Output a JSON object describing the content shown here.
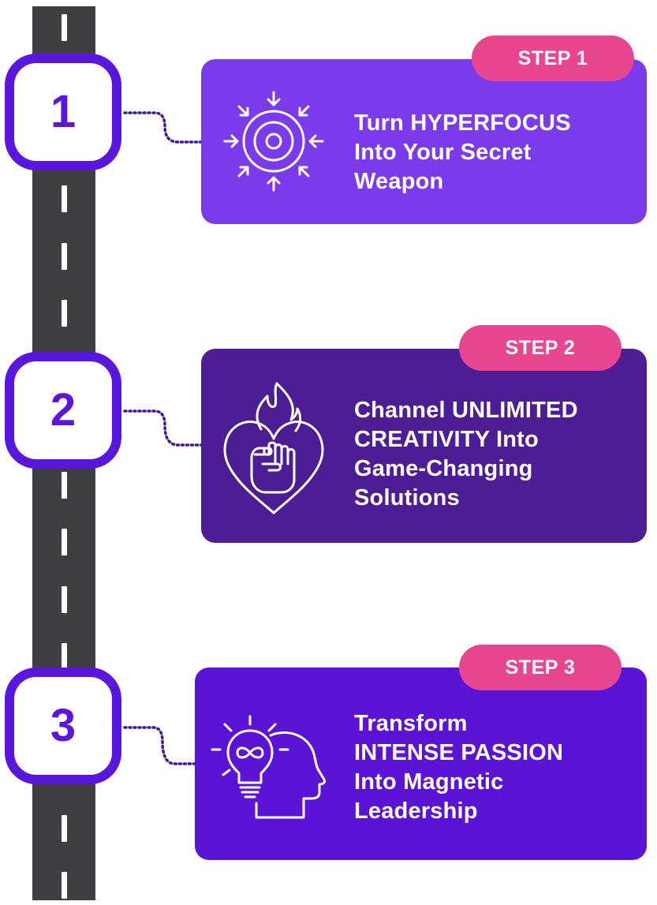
{
  "steps": [
    {
      "number": "1",
      "tag": "STEP 1",
      "lines": [
        "Turn HYPERFOCUS",
        "Into Your Secret",
        "Weapon"
      ],
      "icon": "target-focus-icon",
      "card_color": "#7c3aed"
    },
    {
      "number": "2",
      "tag": "STEP 2",
      "lines": [
        "Channel UNLIMITED",
        "CREATIVITY Into",
        "Game-Changing",
        "Solutions"
      ],
      "icon": "flaming-heart-fist-icon",
      "card_color": "#4c1d95"
    },
    {
      "number": "3",
      "tag": "STEP 3",
      "lines": [
        "Transform",
        "INTENSE PASSION",
        "Into Magnetic",
        "Leadership"
      ],
      "icon": "head-lightbulb-infinity-icon",
      "card_color": "#5b14d6"
    }
  ],
  "colors": {
    "road": "#3f3f42",
    "badge_border": "#5a16dd",
    "tag_pill": "#e8468f",
    "connector": "#3f1a9e"
  }
}
